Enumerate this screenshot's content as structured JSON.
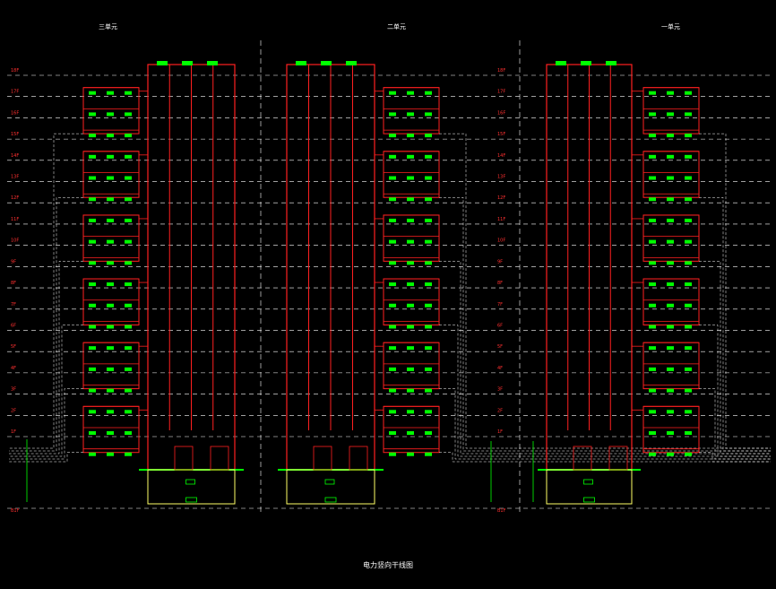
{
  "diagram": {
    "title": "电力竖向干线图",
    "units": [
      {
        "label": "三单元"
      },
      {
        "label": "二单元"
      },
      {
        "label": "一单元"
      }
    ],
    "floors": [
      "18F",
      "17F",
      "16F",
      "15F",
      "14F",
      "13F",
      "12F",
      "11F",
      "10F",
      "9F",
      "8F",
      "7F",
      "6F",
      "5F",
      "4F",
      "3F",
      "2F",
      "1F"
    ],
    "basement_label": "B1F",
    "colors": {
      "background": "#000000",
      "floor_line": "#ffffff",
      "riser": "#ff2020",
      "box": "#00ff00",
      "yellow": "#ffff66",
      "text": "#ffffff",
      "label_red": "#ff3030"
    }
  }
}
